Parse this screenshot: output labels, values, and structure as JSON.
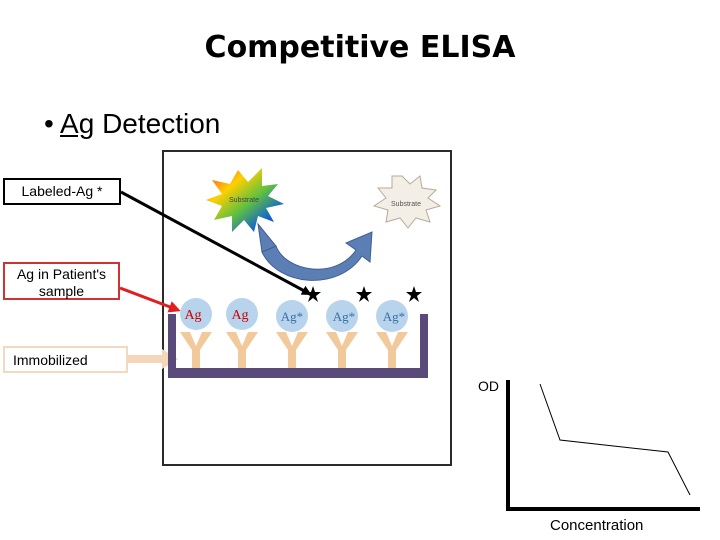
{
  "title": "Competitive ELISA",
  "bullet": {
    "marker": "•",
    "underlined": "Ag",
    "rest": " Detection"
  },
  "callouts": {
    "labeled": "Labeled-Ag *",
    "patient": "Ag in Patient's sample",
    "immobilized": "Immobilized"
  },
  "substrate_colored": "Substrate",
  "substrate_plain": "Substrate",
  "antigens": [
    "Ag",
    "Ag",
    "Ag*",
    "Ag*",
    "Ag*"
  ],
  "graph": {
    "ylabel": "OD",
    "xlabel": "Concentration"
  },
  "colors": {
    "arrow_black": "#000000",
    "arrow_red": "#e02020",
    "arrow_peach": "#f5d6b8",
    "antibody": "#f2c99a",
    "well": "#5a4a7a",
    "cycle_arrow": "#5b7fb5",
    "label_ag": "#cc0000"
  }
}
